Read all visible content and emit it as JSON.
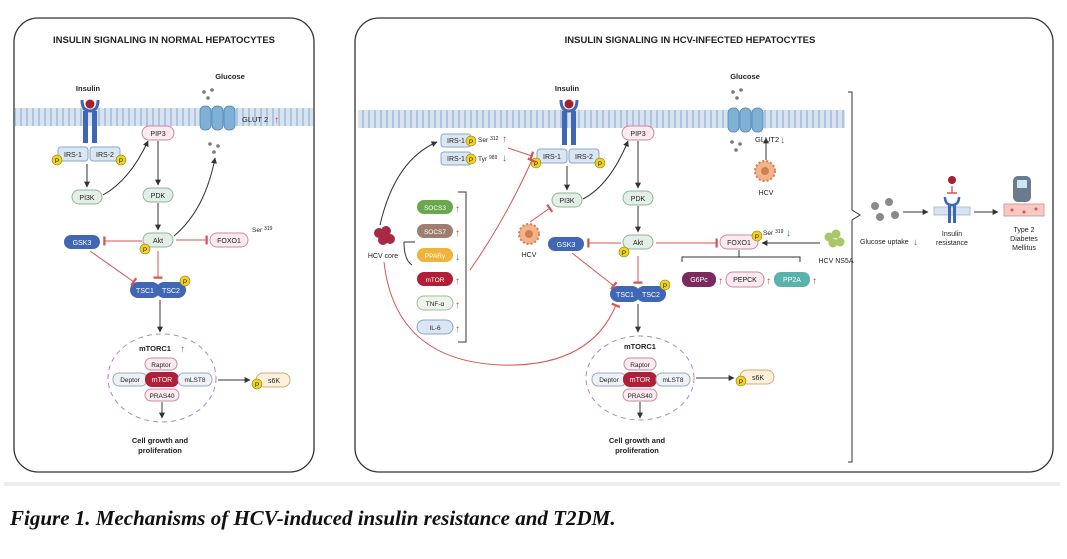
{
  "left_panel": {
    "title": "INSULIN SIGNALING IN NORMAL HEPATOCYTES",
    "insulin": "Insulin",
    "glucose": "Glucose",
    "irs1": "IRS-1",
    "irs2": "IRS-2",
    "p": "P",
    "pi3k": "PI3K",
    "pip3": "PIP3",
    "pdk": "PDK",
    "akt": "Akt",
    "gsk3": "GSK3",
    "foxo1": "FOXO1",
    "ser": "Ser",
    "ser_num": "319",
    "glut": "GLUT 2",
    "tsc1": "TSC1",
    "tsc2": "TSC2",
    "mtorc1": "mTORC1",
    "raptor": "Raptor",
    "deptor": "Deptor",
    "mtor": "mTOR",
    "mlst8": "mLST8",
    "pras40": "PRAS40",
    "s6k": "s6K",
    "outcome_line1": "Cell growth and",
    "outcome_line2": "proliferation"
  },
  "right_panel": {
    "title": "INSULIN SIGNALING IN HCV-INFECTED HEPATOCYTES",
    "insulin": "Insulin",
    "glucose": "Glucose",
    "irs1": "IRS-1",
    "irs2": "IRS-2",
    "p": "P",
    "ser": "Ser",
    "ser_num_irs": "312",
    "tyr": "Tyr",
    "tyr_num": "989",
    "pi3k": "PI3K",
    "pip3": "PIP3",
    "pdk": "PDK",
    "akt": "Akt",
    "gsk3": "GSK3",
    "foxo1": "FOXO1",
    "ser_num_foxo": "319",
    "glut": "GLUT2",
    "hcv": "HCV",
    "hcv_core": "HCV core",
    "hcv_ns5a": "HCV NS5A",
    "mediators": [
      "SOCS3",
      "SOCS7",
      "PPARγ",
      "mTOR",
      "TNF-α",
      "IL-6"
    ],
    "targets": [
      "G6Pc",
      "PEPCK",
      "PP2A"
    ],
    "tsc1": "TSC1",
    "tsc2": "TSC2",
    "mtorc1": "mTORC1",
    "raptor": "Raptor",
    "deptor": "Deptor",
    "mtor": "mTOR",
    "mlst8": "mLST8",
    "pras40": "PRAS40",
    "s6k": "s6K",
    "outcome_line1": "Cell growth and",
    "outcome_line2": "proliferation"
  },
  "outcome_panel": {
    "glucose_uptake": "Glucose uptake",
    "insulin_resistance_1": "Insulin",
    "insulin_resistance_2": "resistance",
    "t2dm_1": "Type 2",
    "t2dm_2": "Diabetes",
    "t2dm_3": "Mellitus"
  },
  "caption": "Figure 1. Mechanisms of HCV-induced insulin resistance and T2DM.",
  "colors": {
    "up_arrow": "#e0312c",
    "down_arrow": "#2f6fc0",
    "inhibition": "#d9534f",
    "membrane": "#a9c6e4",
    "blue_node": "#3f67b6",
    "phospho": "#f1d21c"
  }
}
